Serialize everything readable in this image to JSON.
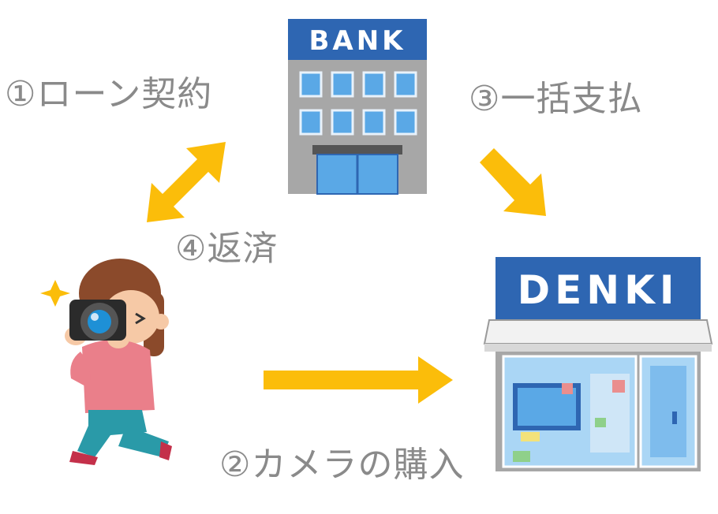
{
  "steps": {
    "loan": "①ローン契約",
    "purchase": "②カメラの購入",
    "payment": "③一括支払",
    "repayment": "④返済"
  },
  "bank": {
    "sign": "BANK"
  },
  "store": {
    "sign": "DENKI"
  },
  "colors": {
    "arrow": "#fbbd0a",
    "label": "#8a8a8a",
    "sign_blue": "#2e66b2",
    "window_blue": "#5aa8e6",
    "building_gray": "#a7a7a7"
  }
}
